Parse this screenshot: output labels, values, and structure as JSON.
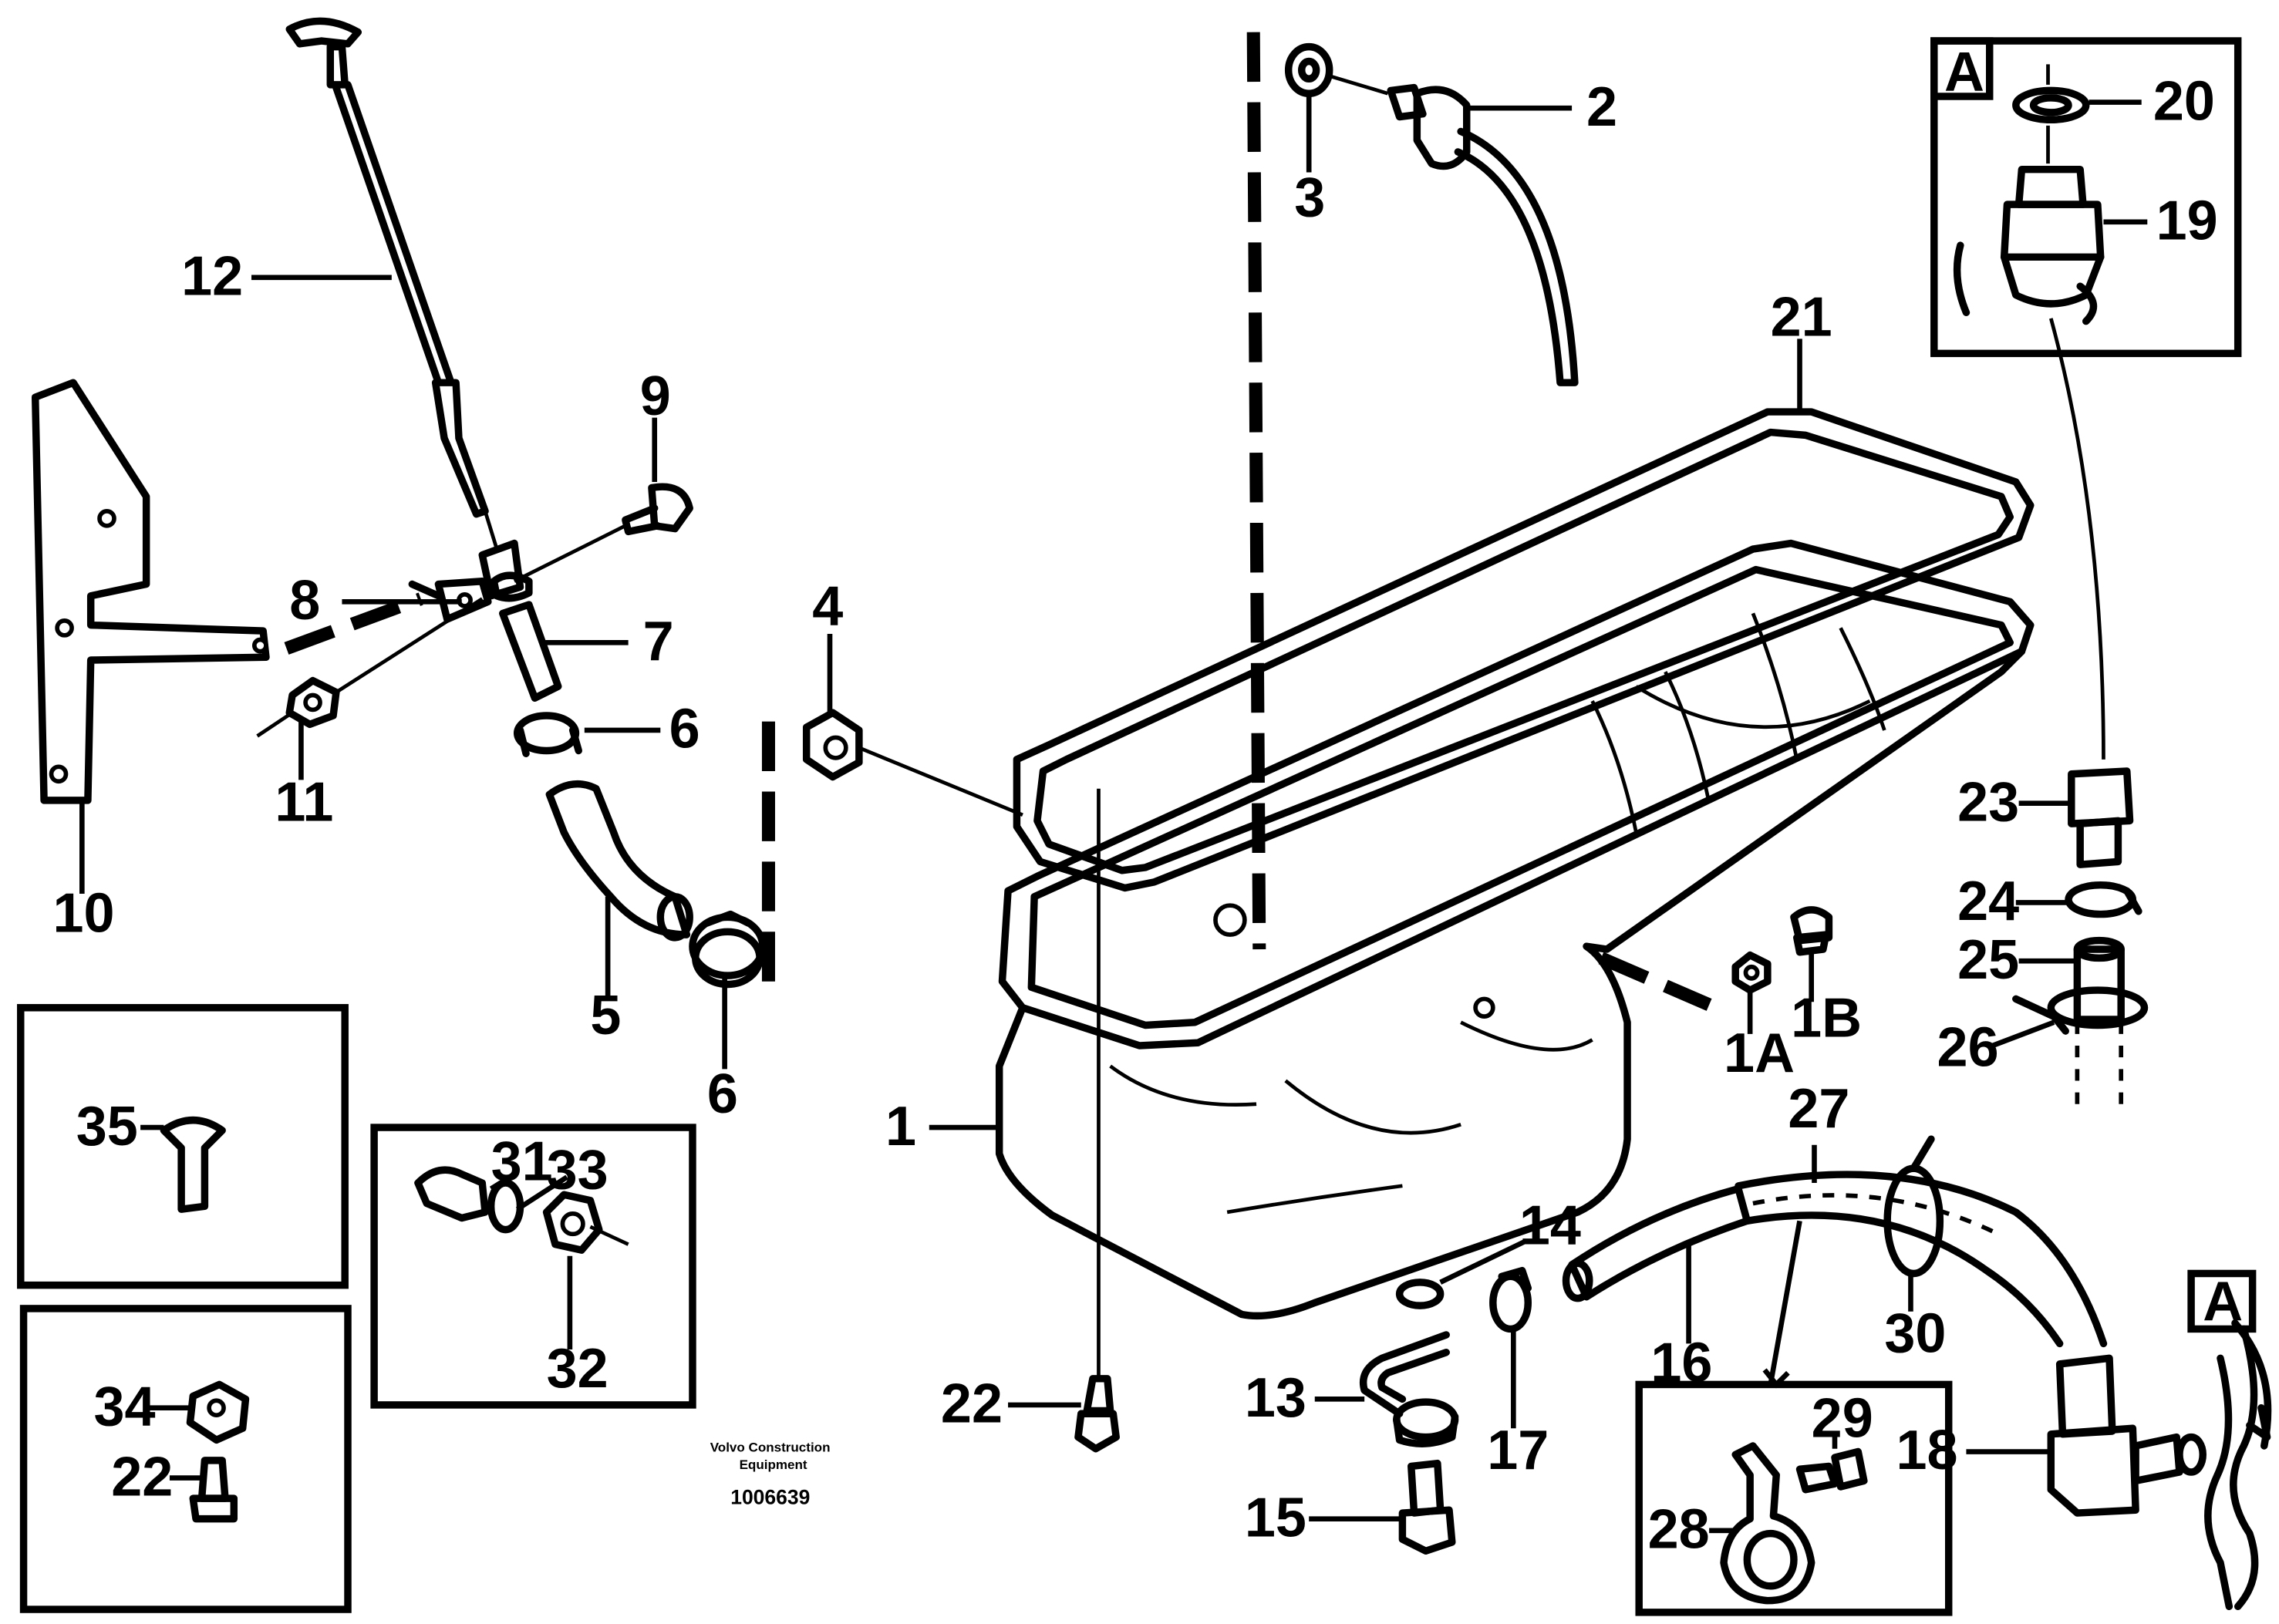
{
  "labels": {
    "l1": "1",
    "l1a": "1A",
    "l1b": "1B",
    "l2": "2",
    "l3": "3",
    "l4": "4",
    "l5": "5",
    "l6a": "6",
    "l6b": "6",
    "l7": "7",
    "l8": "8",
    "l9": "9",
    "l10": "10",
    "l11": "11",
    "l12": "12",
    "l13": "13",
    "l14": "14",
    "l15": "15",
    "l16": "16",
    "l17": "17",
    "l18": "18",
    "l19": "19",
    "l20": "20",
    "l21": "21",
    "l22a": "22",
    "l22b": "22",
    "l23": "23",
    "l24": "24",
    "l25": "25",
    "l26": "26",
    "l27": "27",
    "l28": "28",
    "l29": "29",
    "l30": "30",
    "l31": "31",
    "l32": "32",
    "l33": "33",
    "l34": "34",
    "l35": "35"
  },
  "detail_markers": {
    "top": "A",
    "bottom": "A"
  },
  "footer": {
    "brand_line1": "Volvo Construction",
    "brand_line2": "Equipment",
    "drawing_number": "1006639"
  }
}
